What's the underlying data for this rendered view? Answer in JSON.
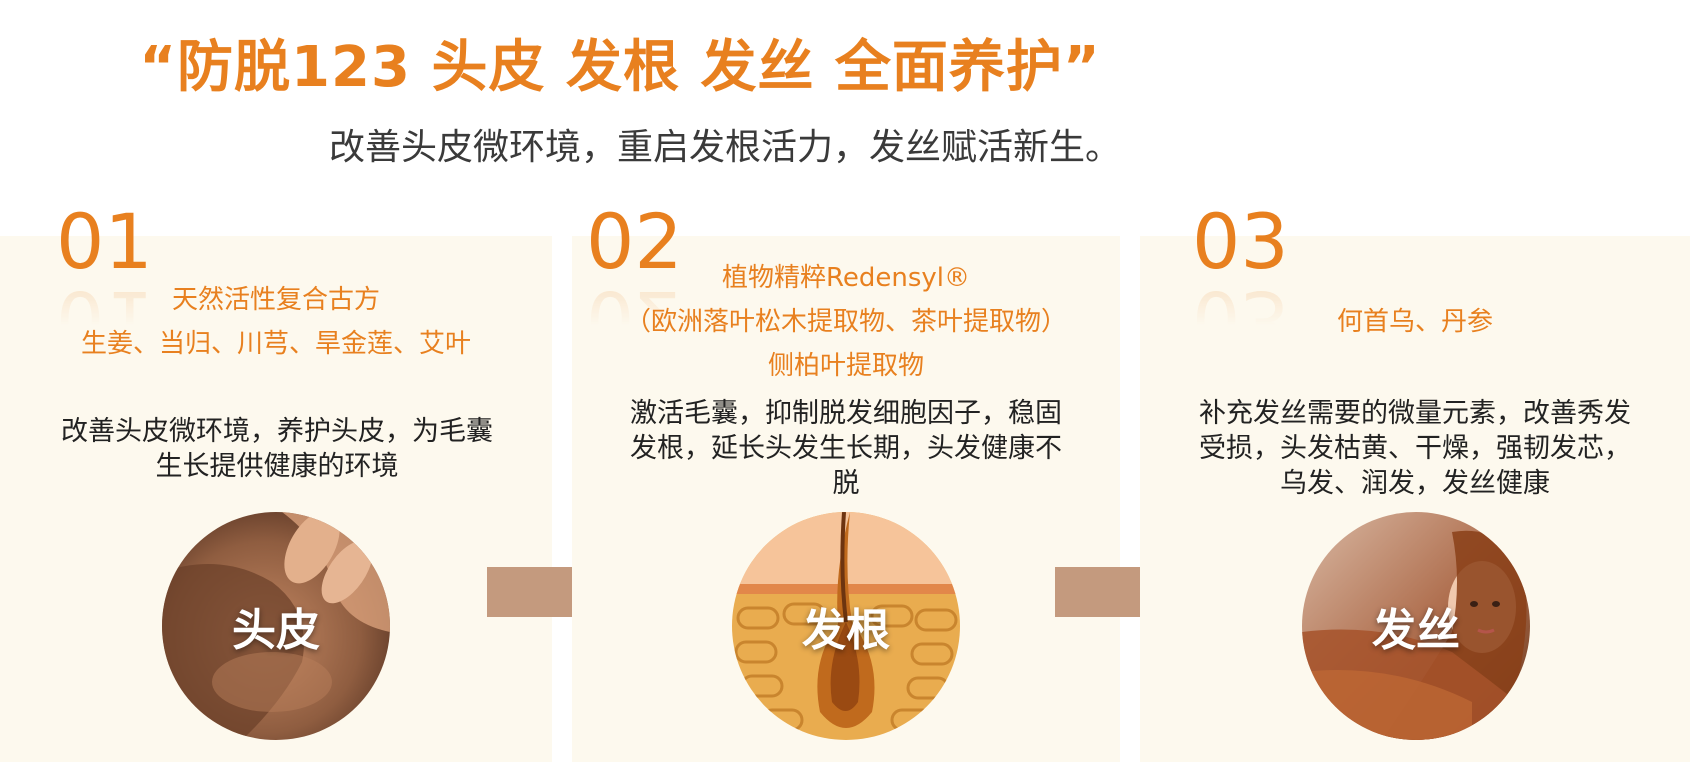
{
  "headline": "“防脱123 头皮 发根 发丝 全面养护”",
  "subline": "改善头皮微环境，重启发根活力，发丝赋活新生。",
  "steps": [
    {
      "number": "01",
      "ingredients": [
        "天然活性复合古方",
        "生姜、当归、川芎、旱金莲、艾叶"
      ],
      "description": "改善头皮微环境，养护头皮，为毛囊生长提供健康的环境",
      "label": "头皮"
    },
    {
      "number": "02",
      "ingredients": [
        "植物精粹Redensyl®",
        "（欧洲落叶松木提取物、茶叶提取物）",
        "侧柏叶提取物"
      ],
      "description": "激活毛囊，抑制脱发细胞因子，稳固发根，延长头发生长期，头发健康不脱",
      "label": "发根"
    },
    {
      "number": "03",
      "ingredients": [
        "何首乌、丹参"
      ],
      "description": "补充发丝需要的微量元素，改善秀发受损，头发枯黄、干燥，强韧发芯，乌发、润发，发丝健康",
      "label": "发丝"
    }
  ],
  "colors": {
    "accent": "#e8801f",
    "panel": "#fdf9ee",
    "arrow": "#c49a7e",
    "text": "#222222"
  }
}
